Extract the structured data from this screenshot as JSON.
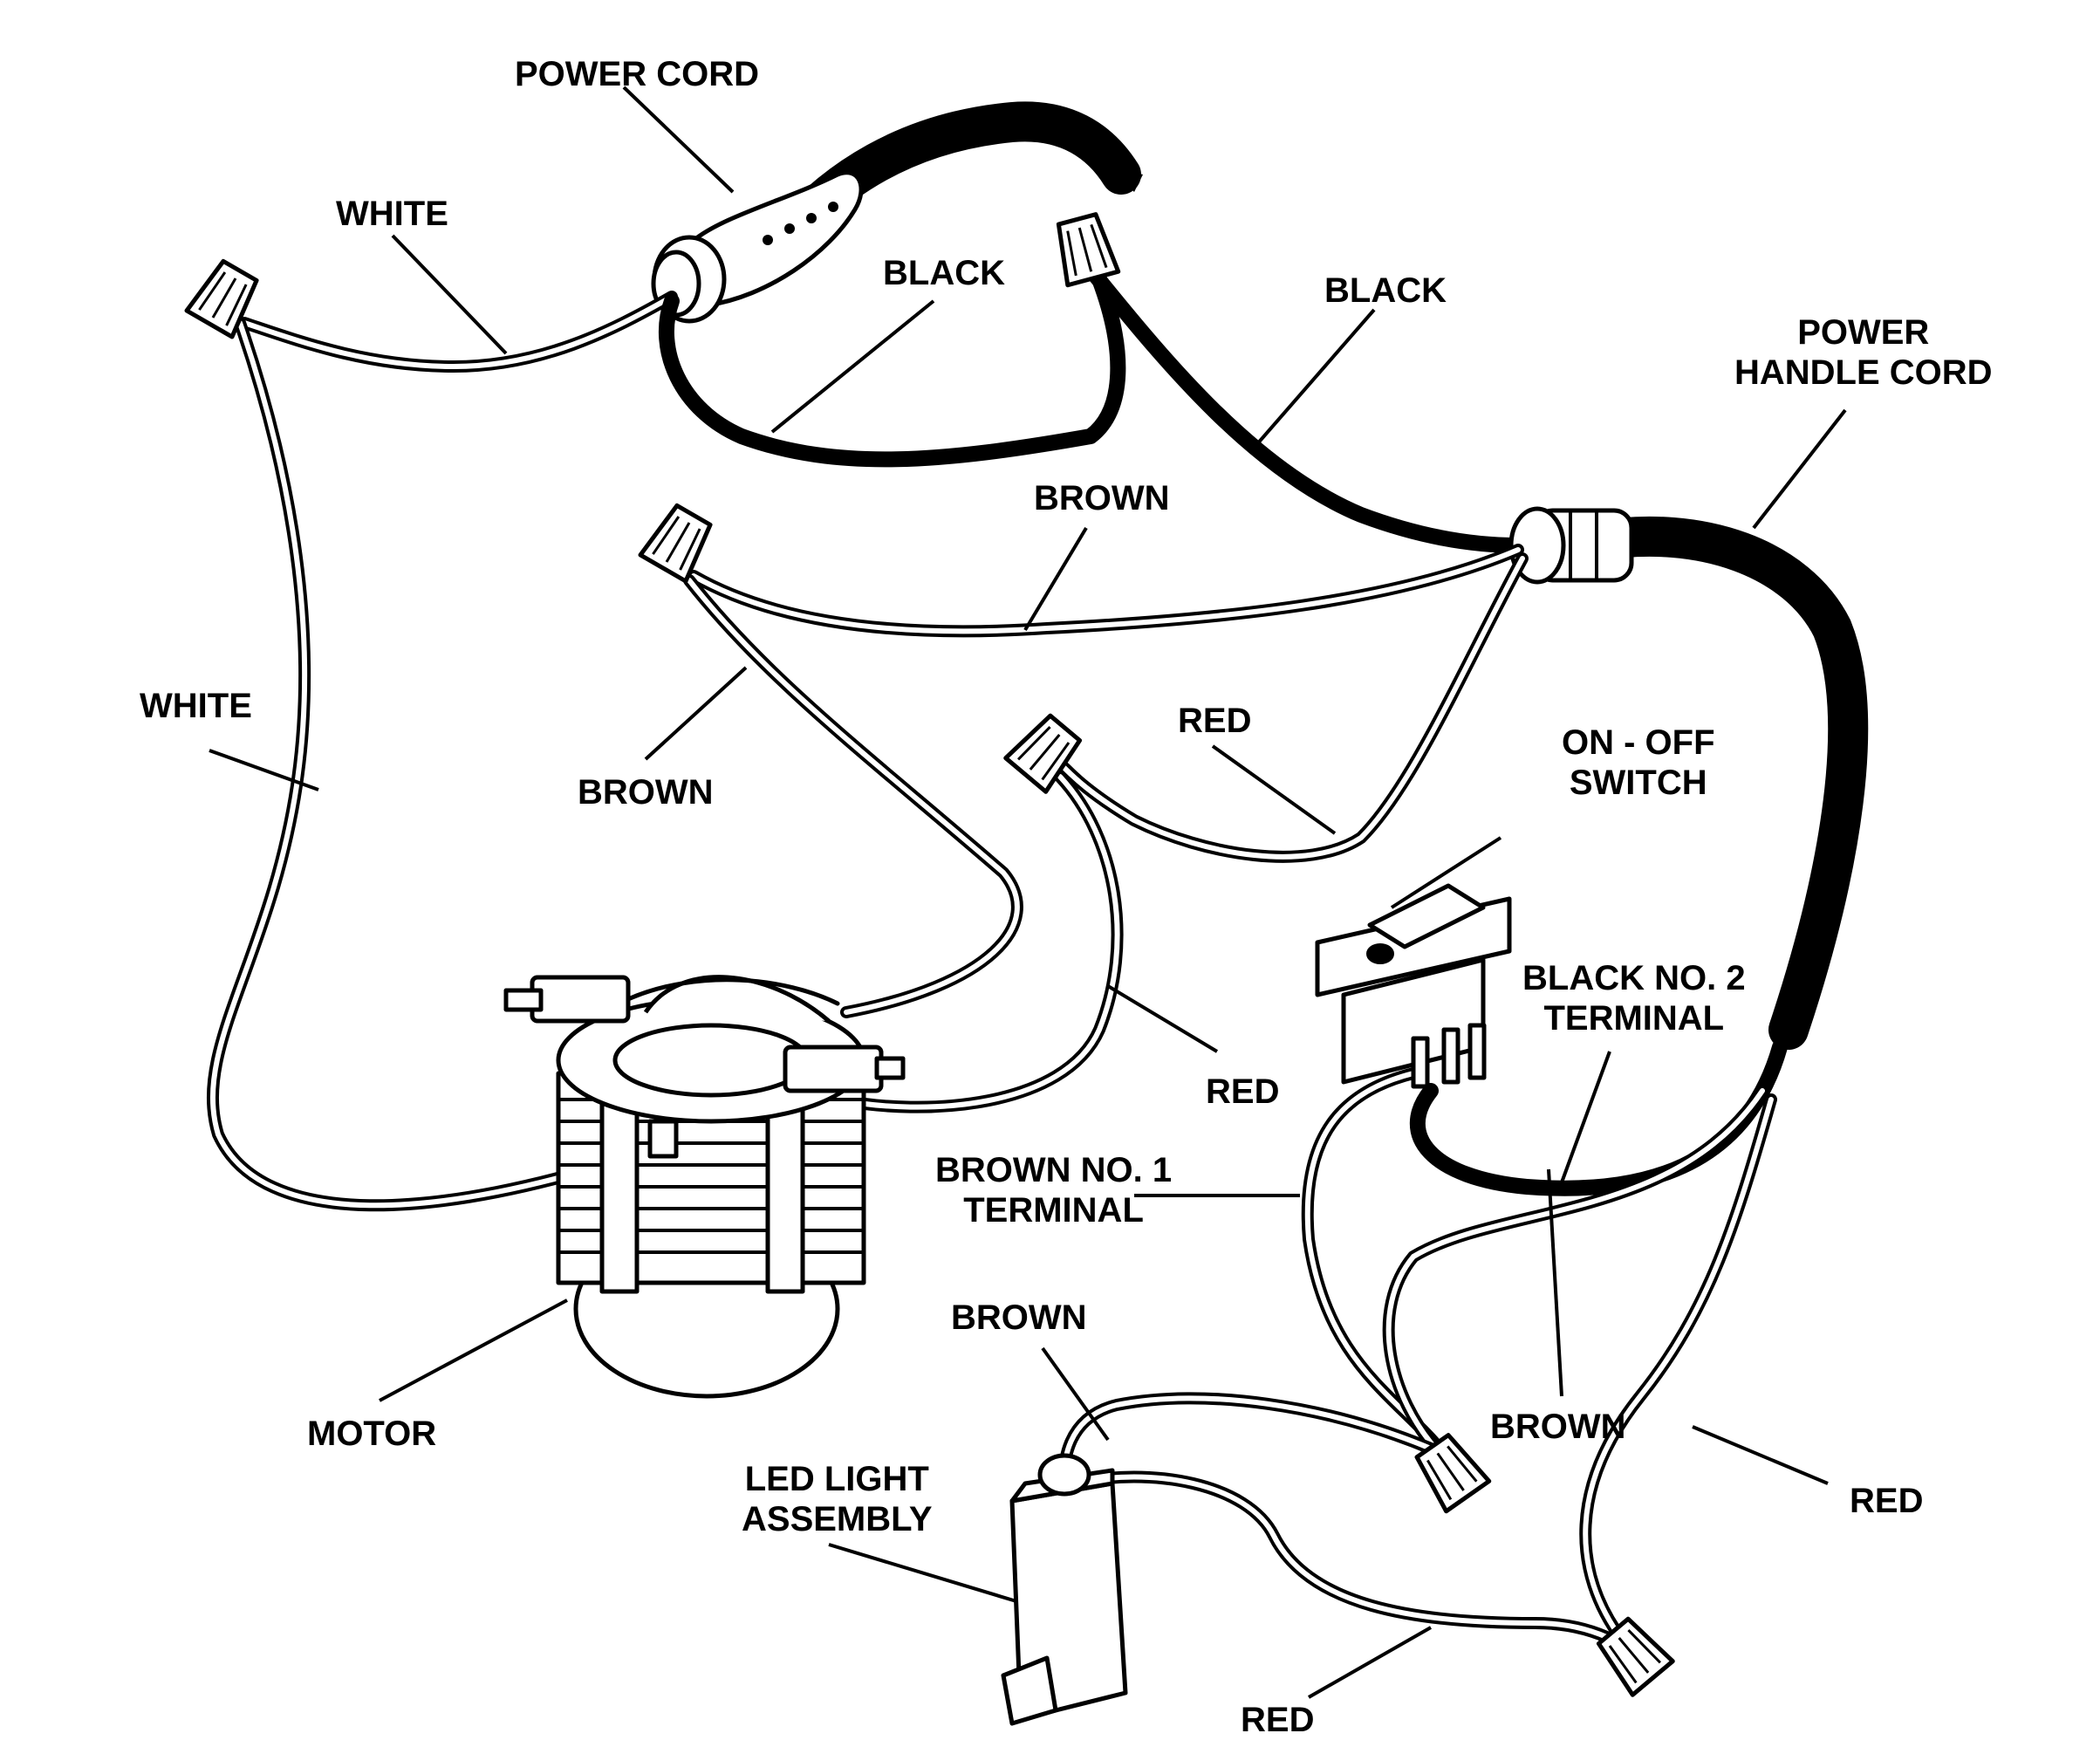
{
  "diagram": {
    "labels": {
      "power_cord": "POWER CORD",
      "white_top": "WHITE",
      "black_left": "BLACK",
      "black_right": "BLACK",
      "power_handle_cord_line1": "POWER",
      "power_handle_cord_line2": "HANDLE CORD",
      "brown_top": "BROWN",
      "white_left": "WHITE",
      "brown_mid": "BROWN",
      "red_upper": "RED",
      "on_off_switch_line1": "ON - OFF",
      "on_off_switch_line2": "SWITCH",
      "black_no2_line1": "BLACK NO. 2",
      "black_no2_line2": "TERMINAL",
      "red_mid": "RED",
      "brown_no1_line1": "BROWN NO. 1",
      "brown_no1_line2": "TERMINAL",
      "brown_lower_center": "BROWN",
      "motor": "MOTOR",
      "led_line1": "LED LIGHT",
      "led_line2": "ASSEMBLY",
      "brown_lower_right": "BROWN",
      "red_right": "RED",
      "red_bottom": "RED"
    }
  }
}
